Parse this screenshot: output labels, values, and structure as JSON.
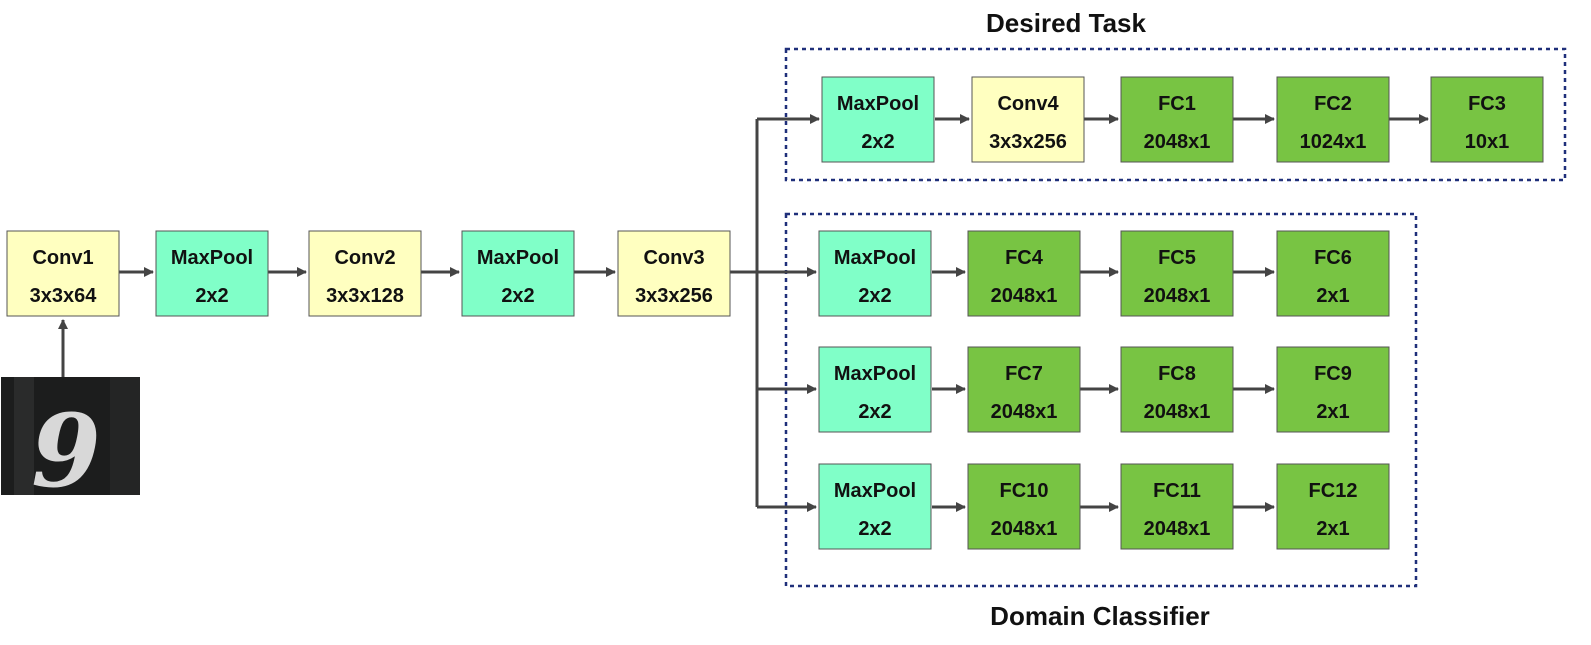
{
  "colors": {
    "conv": "#ffffc0",
    "maxpool": "#80ffc8",
    "fc": "#78c443",
    "arrow": "#444444",
    "group_border": "#1f2f7a"
  },
  "input_image": {
    "digit": "9",
    "icon": "handwritten-digit-image"
  },
  "groups": {
    "desired_task": {
      "label": "Desired Task"
    },
    "domain_classifier": {
      "label": "Domain Classifier"
    }
  },
  "layers": [
    {
      "id": "conv1",
      "name": "Conv1",
      "dims": "3x3x64",
      "kind": "conv"
    },
    {
      "id": "pool1",
      "name": "MaxPool",
      "dims": "2x2",
      "kind": "maxpool"
    },
    {
      "id": "conv2",
      "name": "Conv2",
      "dims": "3x3x128",
      "kind": "conv"
    },
    {
      "id": "pool2",
      "name": "MaxPool",
      "dims": "2x2",
      "kind": "maxpool"
    },
    {
      "id": "conv3",
      "name": "Conv3",
      "dims": "3x3x256",
      "kind": "conv"
    },
    {
      "id": "task_pool",
      "name": "MaxPool",
      "dims": "2x2",
      "kind": "maxpool"
    },
    {
      "id": "conv4",
      "name": "Conv4",
      "dims": "3x3x256",
      "kind": "conv"
    },
    {
      "id": "fc1",
      "name": "FC1",
      "dims": "2048x1",
      "kind": "fc"
    },
    {
      "id": "fc2",
      "name": "FC2",
      "dims": "1024x1",
      "kind": "fc"
    },
    {
      "id": "fc3",
      "name": "FC3",
      "dims": "10x1",
      "kind": "fc"
    },
    {
      "id": "dc1_pool",
      "name": "MaxPool",
      "dims": "2x2",
      "kind": "maxpool"
    },
    {
      "id": "fc4",
      "name": "FC4",
      "dims": "2048x1",
      "kind": "fc"
    },
    {
      "id": "fc5",
      "name": "FC5",
      "dims": "2048x1",
      "kind": "fc"
    },
    {
      "id": "fc6",
      "name": "FC6",
      "dims": "2x1",
      "kind": "fc"
    },
    {
      "id": "dc2_pool",
      "name": "MaxPool",
      "dims": "2x2",
      "kind": "maxpool"
    },
    {
      "id": "fc7",
      "name": "FC7",
      "dims": "2048x1",
      "kind": "fc"
    },
    {
      "id": "fc8",
      "name": "FC8",
      "dims": "2048x1",
      "kind": "fc"
    },
    {
      "id": "fc9",
      "name": "FC9",
      "dims": "2x1",
      "kind": "fc"
    },
    {
      "id": "dc3_pool",
      "name": "MaxPool",
      "dims": "2x2",
      "kind": "maxpool"
    },
    {
      "id": "fc10",
      "name": "FC10",
      "dims": "2048x1",
      "kind": "fc"
    },
    {
      "id": "fc11",
      "name": "FC11",
      "dims": "2048x1",
      "kind": "fc"
    },
    {
      "id": "fc12",
      "name": "FC12",
      "dims": "2x1",
      "kind": "fc"
    }
  ]
}
